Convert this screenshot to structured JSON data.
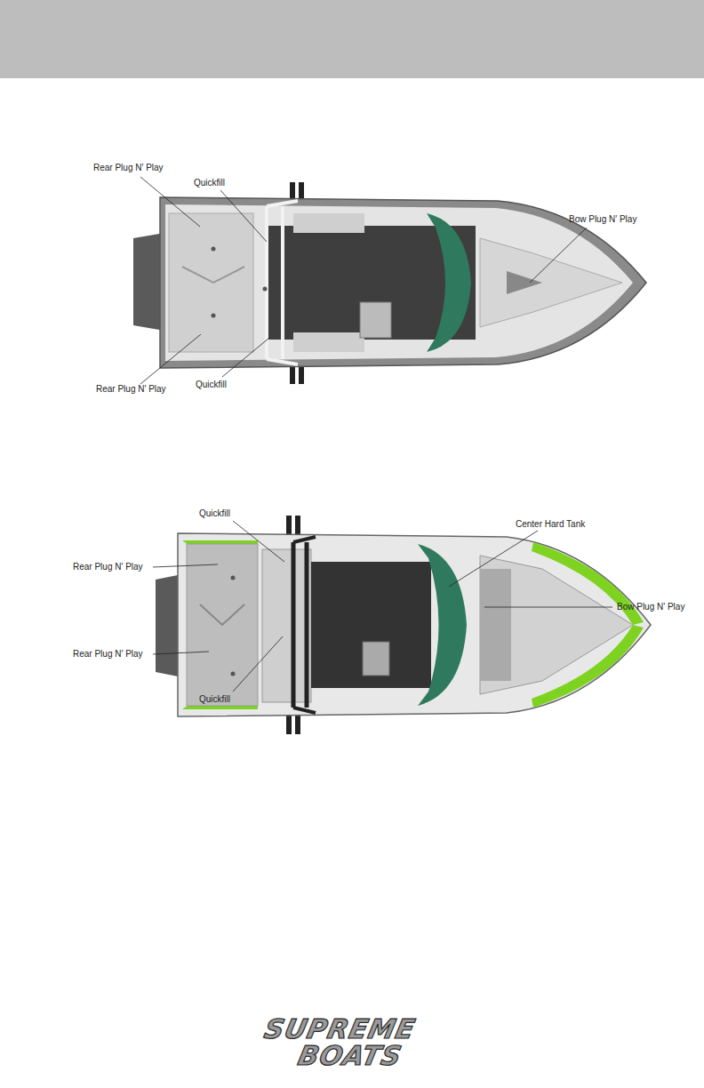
{
  "diagram": {
    "labels": [
      "Rear Plug N' Play",
      "Quickfill",
      "Bow Plug N' Play",
      "Rear Plug N' Play",
      "Quickfill",
      "Quickfill",
      "Center Hard Tank",
      "Rear Plug N' Play",
      "Bow Plug N' Play",
      "Rear Plug N' Play",
      "Quickfill",
      "SUPREME",
      "BOATS"
    ]
  }
}
